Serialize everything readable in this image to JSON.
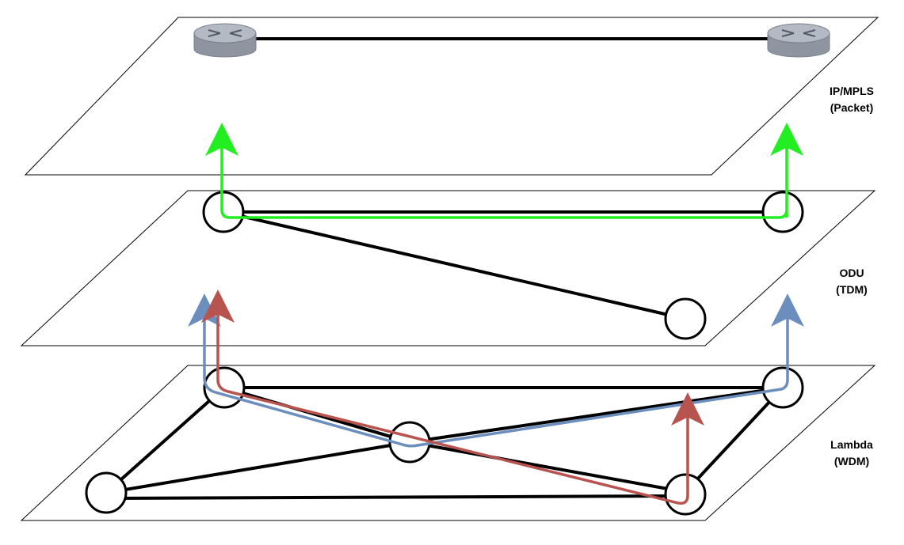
{
  "layers": {
    "packet": {
      "name": "IP/MPLS",
      "type": "(Packet)"
    },
    "odu": {
      "name": "ODU",
      "type": "(TDM)"
    },
    "lambda": {
      "name": "Lambda",
      "type": "(WDM)"
    }
  },
  "colors": {
    "green_path": "#22ee22",
    "blue_path": "#6c8ebf",
    "red_path": "#b85450",
    "links": "#000000",
    "router_top": "#a9afba",
    "router_side": "#8e94a0"
  },
  "icons": {
    "router": "router-icon",
    "node": "circle-node"
  }
}
